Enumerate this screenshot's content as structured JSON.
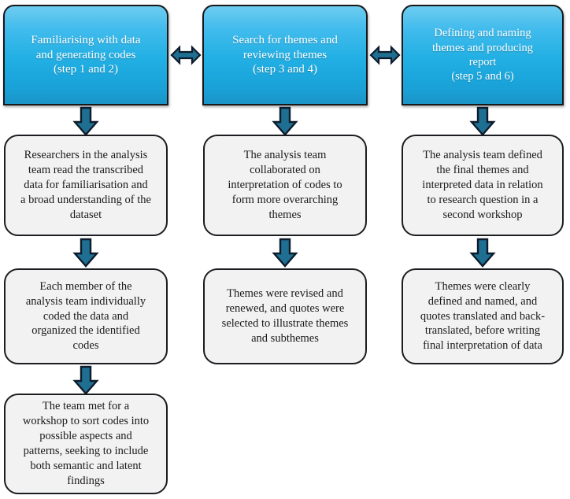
{
  "diagram": {
    "title": "Thematic analysis process flowchart",
    "colors": {
      "phase_box_fill_light": "#6fcdf0",
      "phase_box_fill_dark": "#1b93c6",
      "phase_box_border": "#17181a",
      "phase_box_text": "#ffffff",
      "step_box_fill": "#f2f2f2",
      "step_box_border": "#1b1d21",
      "step_box_text": "#1a1a1a",
      "arrow_fill": "#1f6f93",
      "arrow_border": "#0d1b2a",
      "background": "#ffffff"
    },
    "phases": [
      {
        "id": "phase-1",
        "lines": [
          "Familiarising with data",
          "and generating codes",
          "(step 1 and 2)"
        ]
      },
      {
        "id": "phase-2",
        "lines": [
          "Search for themes and",
          "reviewing themes",
          "(step 3 and 4)"
        ]
      },
      {
        "id": "phase-3",
        "lines": [
          "Defining and naming",
          "themes and producing",
          "report",
          "(step 5 and 6)"
        ]
      }
    ],
    "columns": [
      {
        "id": "column-1",
        "steps": [
          {
            "id": "col1-step1",
            "lines": [
              "Researchers in the analysis",
              "team read the transcribed",
              "data for familiarisation and",
              "a broad understanding of the",
              "dataset"
            ]
          },
          {
            "id": "col1-step2",
            "lines": [
              "Each member of the",
              "analysis team individually",
              "coded the data and",
              "organized the identified",
              "codes"
            ]
          },
          {
            "id": "col1-step3",
            "lines": [
              "The team met for a",
              "workshop to sort codes into",
              "possible aspects and",
              "patterns, seeking to include",
              "both semantic and latent",
              "findings"
            ]
          }
        ]
      },
      {
        "id": "column-2",
        "steps": [
          {
            "id": "col2-step1",
            "lines": [
              "The analysis team",
              "collaborated on",
              "interpretation of codes to",
              "form more overarching",
              "themes"
            ]
          },
          {
            "id": "col2-step2",
            "lines": [
              "Themes were revised and",
              "renewed, and quotes were",
              "selected to illustrate themes",
              "and subthemes"
            ]
          }
        ]
      },
      {
        "id": "column-3",
        "steps": [
          {
            "id": "col3-step1",
            "lines": [
              "The analysis team defined",
              "the final themes and",
              "interpreted data in relation",
              "to research question in a",
              "second workshop"
            ]
          },
          {
            "id": "col3-step2",
            "lines": [
              "Themes were clearly",
              "defined and named, and",
              "quotes translated and back-",
              "translated, before writing",
              "final interpretation of data"
            ]
          }
        ]
      }
    ],
    "connectors": {
      "horizontal": [
        {
          "id": "phase1-to-phase2",
          "type": "double-headed-arrow-horizontal"
        },
        {
          "id": "phase2-to-phase3",
          "type": "double-headed-arrow-horizontal"
        }
      ],
      "vertical": [
        {
          "id": "phase1-to-col1-step1",
          "type": "arrow-down"
        },
        {
          "id": "phase2-to-col2-step1",
          "type": "arrow-down"
        },
        {
          "id": "phase3-to-col3-step1",
          "type": "arrow-down"
        },
        {
          "id": "col1-step1-to-col1-step2",
          "type": "arrow-down"
        },
        {
          "id": "col2-step1-to-col2-step2",
          "type": "arrow-down"
        },
        {
          "id": "col3-step1-to-col3-step2",
          "type": "arrow-down"
        },
        {
          "id": "col1-step2-to-col1-step3",
          "type": "arrow-down"
        }
      ]
    }
  }
}
